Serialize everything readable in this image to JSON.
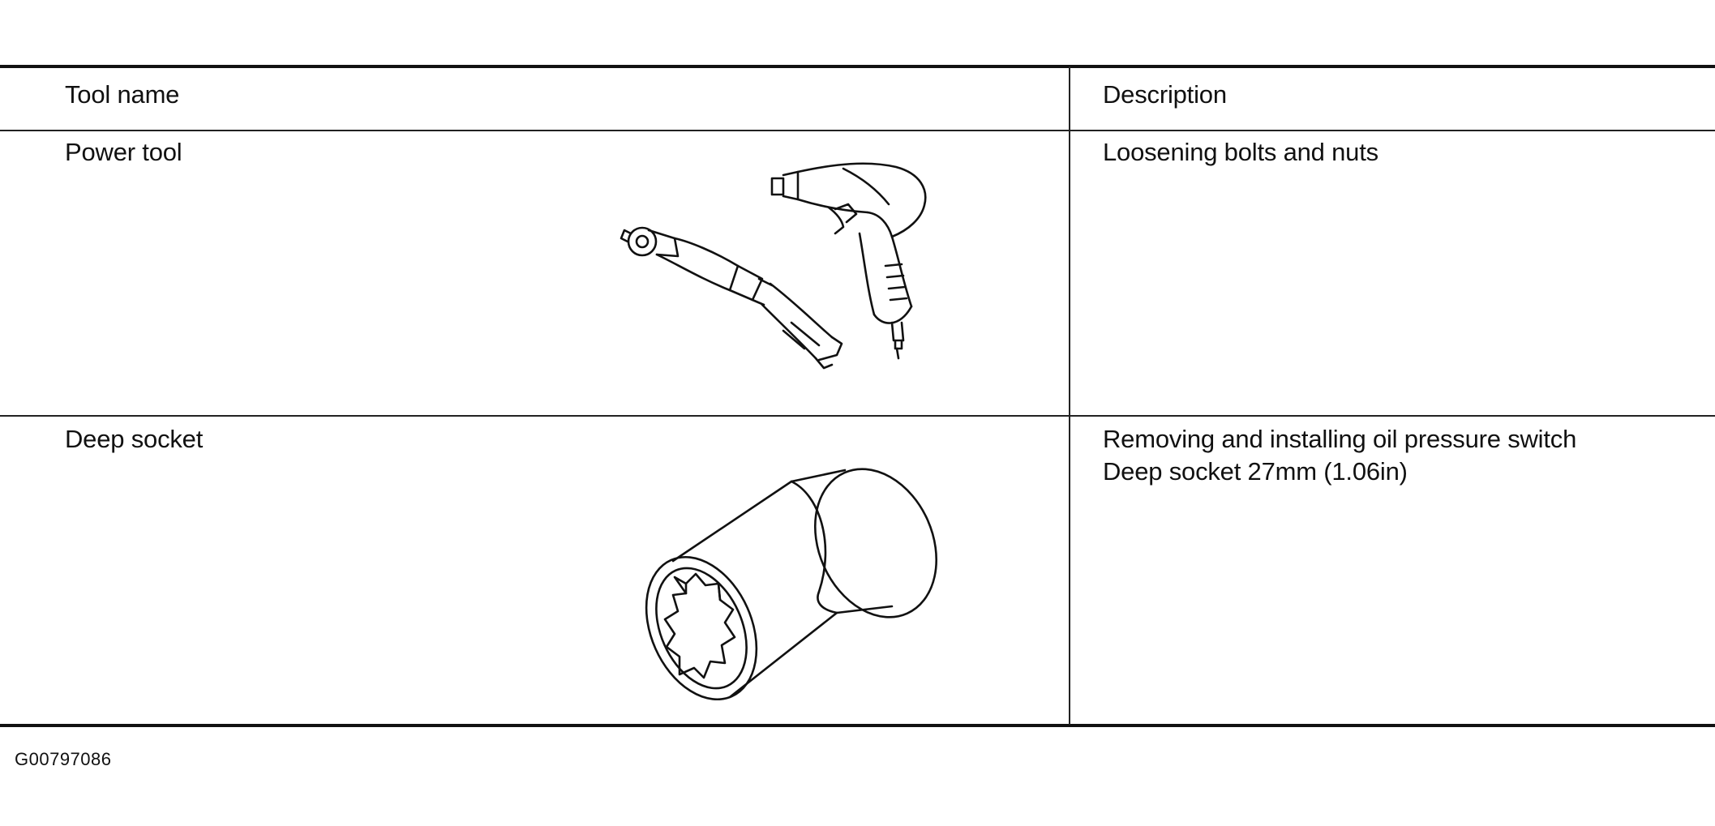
{
  "table": {
    "headers": {
      "tool_name": "Tool name",
      "description": "Description"
    },
    "rows": [
      {
        "tool_name": "Power tool",
        "description_lines": [
          "Loosening bolts and nuts"
        ],
        "illustration": "impact-wrench-and-air-ratchet-illustration"
      },
      {
        "tool_name": "Deep socket",
        "description_lines": [
          "Removing and installing oil pressure switch",
          "Deep socket 27mm (1.06in)"
        ],
        "illustration": "deep-socket-illustration"
      }
    ]
  },
  "figure_id": "G00797086"
}
